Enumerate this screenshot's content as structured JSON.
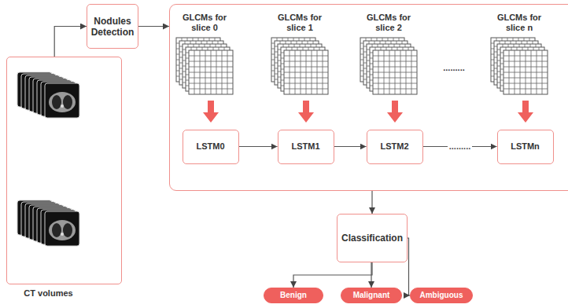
{
  "diagram": {
    "nodes": [
      {
        "text": [
          "CT volumes"
        ]
      },
      {
        "text": [
          "Nodules Detection"
        ]
      },
      {
        "text": []
      },
      {
        "text": [
          "LSTM0"
        ],
        "in": 2
      },
      {
        "text": [
          "LSTM1"
        ],
        "in": 2
      },
      {
        "text": [
          "LSTM2"
        ],
        "in": 2
      },
      {
        "text": [
          "LSTMn"
        ],
        "in": 2
      },
      {
        "text": [
          "Classification"
        ]
      },
      {
        "text": [
          "Benign"
        ]
      },
      {
        "text": [
          "Malignant"
        ]
      },
      {
        "text": [
          "Ambiguous"
        ]
      }
    ],
    "edges": [
      {
        "from": 0,
        "to": 1,
        "arrow": "to"
      },
      {
        "from": 1,
        "to": 2,
        "arrow": "to"
      },
      {
        "from": 3,
        "to": 4,
        "arrow": "to"
      },
      {
        "from": 4,
        "to": 5,
        "arrow": "to"
      },
      {
        "from": 5,
        "to": 6,
        "label": ".........",
        "arrow": "to"
      },
      {
        "from": 2,
        "to": 7,
        "arrow": "to"
      },
      {
        "from": 7,
        "to": 8,
        "arrow": "to"
      },
      {
        "from": 7,
        "to": 9,
        "arrow": "to"
      },
      {
        "from": 7,
        "to": 10,
        "arrow": "to"
      }
    ],
    "labels": [
      "GLCMs for slice 0",
      "GLCMs for slice 1",
      "GLCMs for slice 2",
      ".........",
      "GLCMs for slice n"
    ]
  }
}
